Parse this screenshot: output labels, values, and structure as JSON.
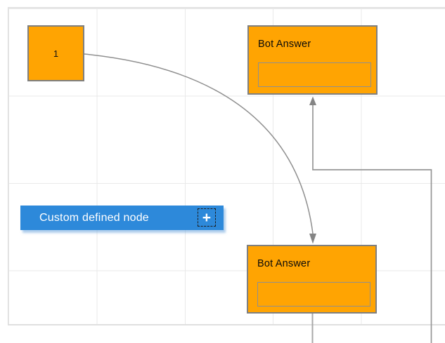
{
  "canvas": {
    "grid_color": "#e9e9e9",
    "border_color": "#dcdcdc"
  },
  "nodes": {
    "start": {
      "label": "1",
      "fill": "#ffa402",
      "border": "#7f7f7f"
    },
    "bot_answer_top": {
      "title": "Bot Answer",
      "field_value": "",
      "fill": "#ffa402",
      "border": "#7f7f7f"
    },
    "bot_answer_bottom": {
      "title": "Bot Answer",
      "field_value": "",
      "fill": "#ffa402",
      "border": "#7f7f7f"
    },
    "custom": {
      "label": "Custom defined node",
      "add_icon": "+",
      "fill": "#2d89da",
      "text_color": "#ffffff"
    }
  },
  "connectors": {
    "color": "#8f8f8f",
    "arrow_color": "#858585"
  }
}
